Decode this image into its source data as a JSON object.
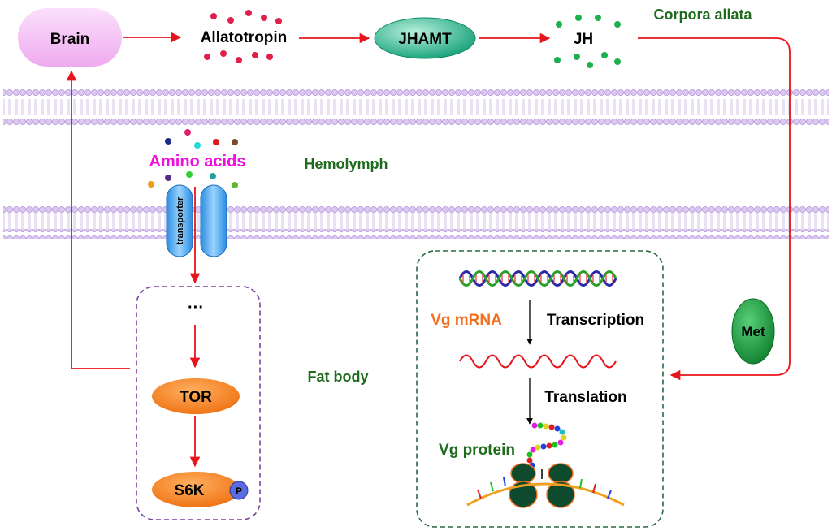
{
  "nodes": {
    "brain": "Brain",
    "allatotropin": "Allatotropin",
    "jhamt": "JHAMT",
    "jh": "JH",
    "corpora_allata": "Corpora allata",
    "amino_acids": "Amino acids",
    "hemolymph": "Hemolymph",
    "transporter": "transporter",
    "ellipsis": "···",
    "tor": "TOR",
    "s6k": "S6K",
    "phospho": "P",
    "fat_body": "Fat body",
    "met": "Met",
    "vg_mrna": "Vg mRNA",
    "transcription": "Transcription",
    "translation": "Translation",
    "vg_protein": "Vg protein"
  },
  "colors": {
    "arrow": "#e8141c",
    "green_text": "#1e6b1e",
    "magenta": "#ee10dd",
    "orange_text": "#f07020",
    "orange_node": "#f07818",
    "jhamt_green": "#20b088",
    "met_green": "#1e9a3a",
    "brain_pink": "#f4bcf4",
    "membrane": "#c9b4e6",
    "fat_body_border": "#7a3fa0",
    "nucleus_border": "#2a6a40"
  }
}
